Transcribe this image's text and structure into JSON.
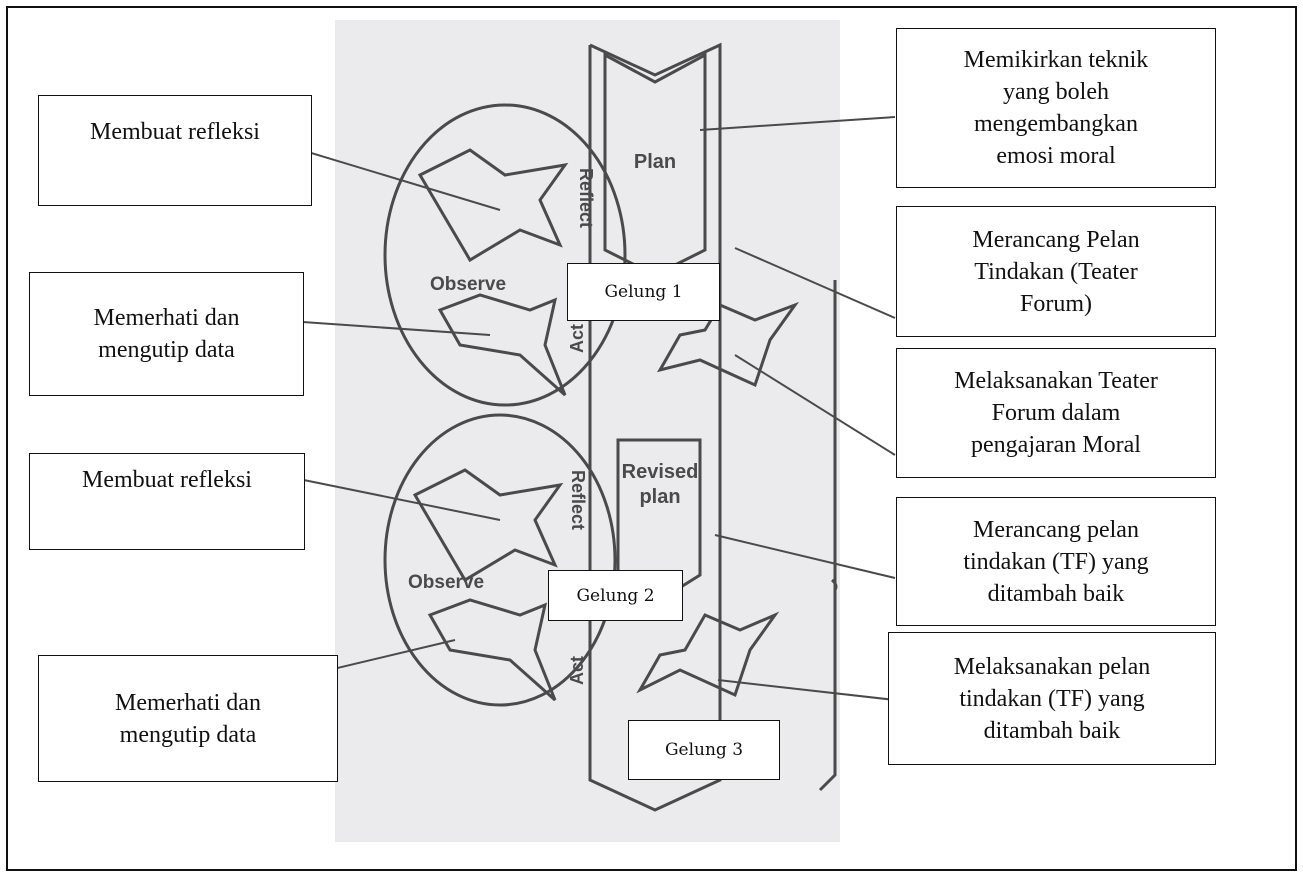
{
  "boxes": {
    "refleksi_1": "Membuat refleksi",
    "memerhati_1": [
      "Memerhati dan",
      "mengutip data"
    ],
    "refleksi_2": "Membuat refleksi",
    "memerhati_2": [
      "Memerhati dan",
      "mengutip data"
    ],
    "plan_teknik": [
      "Memikirkan teknik",
      "yang boleh",
      "mengembangkan",
      "emosi moral"
    ],
    "rancang_1": [
      "Merancang Pelan",
      "Tindakan (Teater",
      "Forum)"
    ],
    "laksana_1": [
      "Melaksanakan Teater",
      "Forum dalam",
      "pengajaran Moral"
    ],
    "rancang_2": [
      "Merancang pelan",
      "tindakan (TF) yang",
      "ditambah baik"
    ],
    "laksana_2": [
      "Melaksanakan pelan",
      "tindakan (TF) yang",
      "ditambah baik"
    ]
  },
  "gelung": {
    "g1": "Gelung  1",
    "g2": "Gelung 2",
    "g3": "Gelung 3"
  },
  "shape_labels": {
    "plan": "Plan",
    "revised_1": "Revised",
    "revised_2": "plan",
    "observe": "Observe",
    "reflect": "Reflect",
    "act": "Act"
  }
}
